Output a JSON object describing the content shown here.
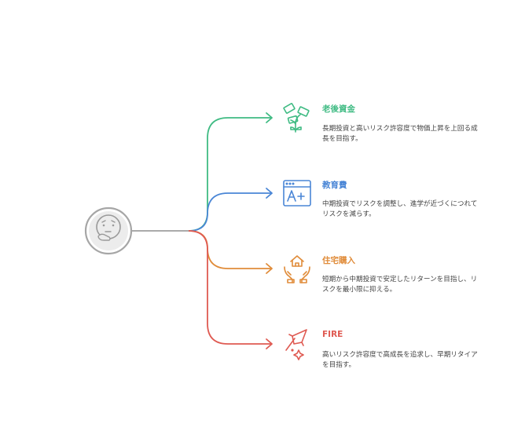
{
  "colors": {
    "trunk": "#9e9e9e",
    "green": "#3fbb83",
    "blue": "#4a86d6",
    "orange": "#e08c3a",
    "red": "#df5a52",
    "root_icon": "#a6a6a6"
  },
  "root": {
    "icon": "thinking-face-icon"
  },
  "branches": [
    {
      "title": "老後資金",
      "desc": "長期投資と高いリスク許容度で物価上昇を上回る成長を目指す。",
      "icon": "money-plant-icon",
      "color": "#3fbb83"
    },
    {
      "title": "教育費",
      "desc": "中期投資でリスクを調整し、進学が近づくにつれてリスクを減らす。",
      "icon": "grade-a-plus-icon",
      "color": "#4a86d6"
    },
    {
      "title": "住宅購入",
      "desc": "短期から中期投資で安定したリターンを目指し、リスクを最小限に抑える。",
      "icon": "house-in-hands-icon",
      "color": "#e08c3a"
    },
    {
      "title": "FIRE",
      "desc": "高いリスク許容度で高成長を追求し、早期リタイアを目指す。",
      "icon": "rocket-launch-icon",
      "color": "#df5a52"
    }
  ]
}
